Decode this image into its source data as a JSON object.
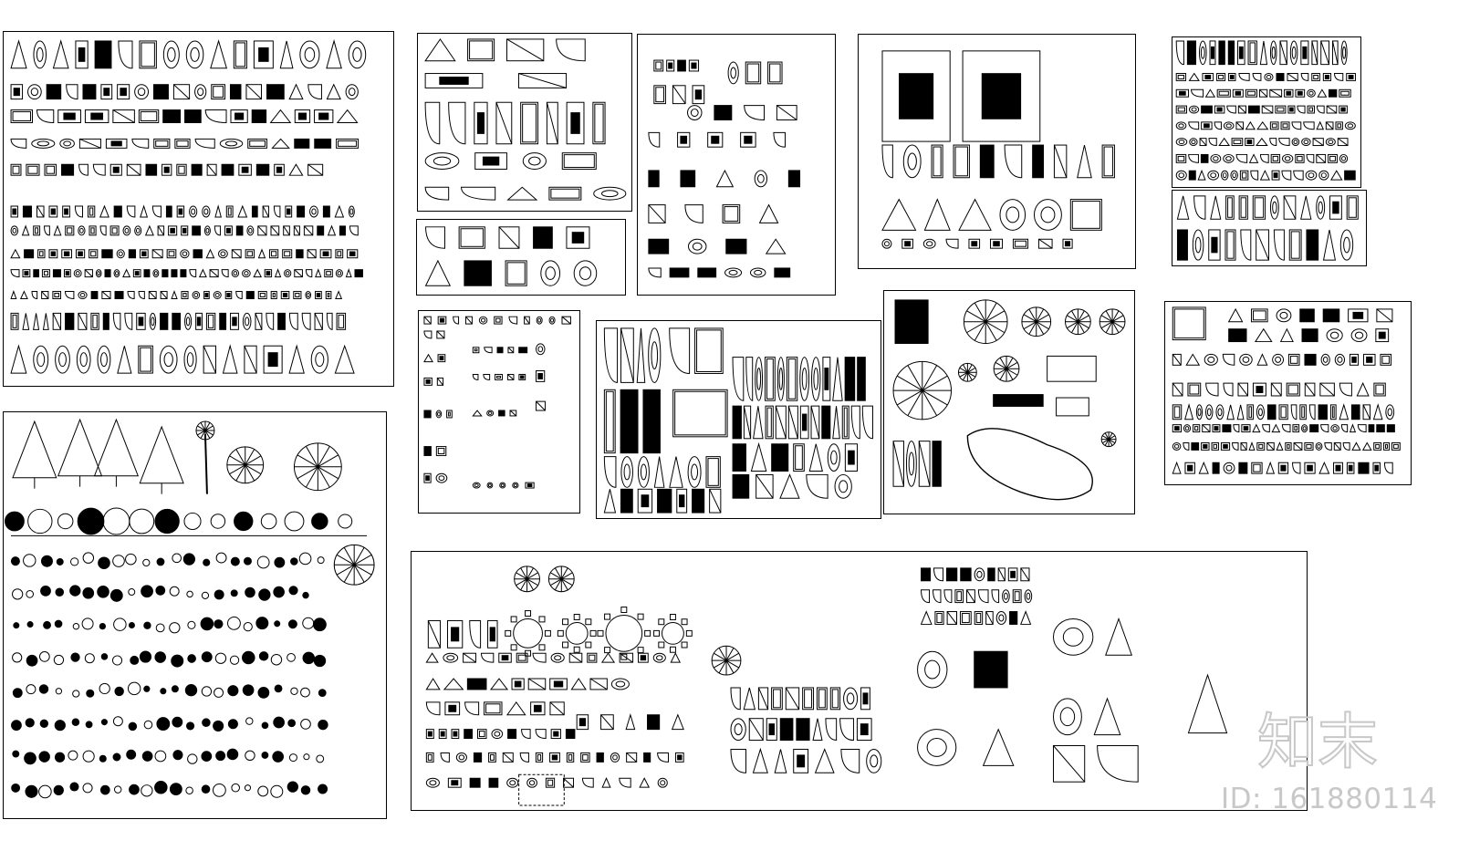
{
  "canvas": {
    "background": "#ffffff",
    "line_color": "#000000"
  },
  "sheets": [
    {
      "id": "bathroom-fixtures",
      "type": "cad-block-sheet"
    },
    {
      "id": "vehicles",
      "type": "cad-block-sheet"
    },
    {
      "id": "pianos",
      "type": "cad-block-sheet"
    },
    {
      "id": "office-equipment",
      "type": "cad-block-sheet"
    },
    {
      "id": "facades-columns",
      "type": "cad-block-sheet"
    },
    {
      "id": "kitchen-appliances",
      "type": "cad-block-sheet"
    },
    {
      "id": "electrical-symbols",
      "type": "cad-block-sheet"
    },
    {
      "id": "doors-windows",
      "type": "cad-block-sheet"
    },
    {
      "id": "ornaments-pool",
      "type": "cad-block-sheet"
    },
    {
      "id": "electronics",
      "type": "cad-block-sheet"
    },
    {
      "id": "plants-trees",
      "type": "cad-block-sheet"
    },
    {
      "id": "furniture-layout",
      "type": "cad-block-sheet"
    }
  ],
  "watermark": {
    "logo_text": "知末",
    "id_text": "ID: 161880114",
    "color": "#c8c8c8"
  }
}
